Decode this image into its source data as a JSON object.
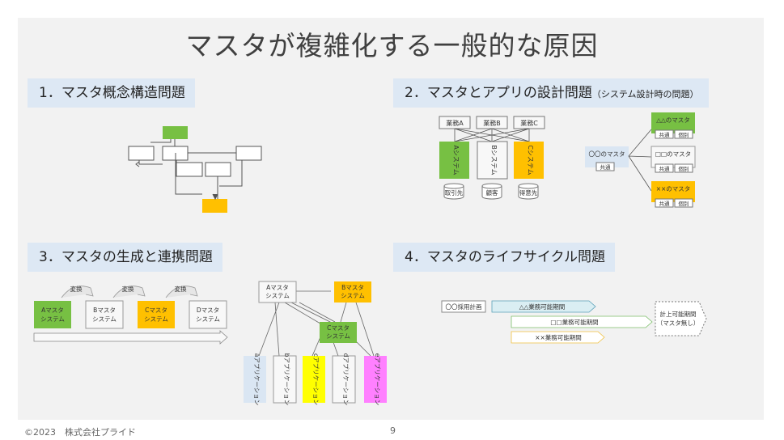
{
  "title": "マスタが複雑化する一般的な原因",
  "sections": {
    "s1": "1．マスタ概念構造問題",
    "s2": "2．マスタとアプリの設計問題",
    "s2_note": "（システム設計時の問題）",
    "s3": "3．マスタの生成と連携問題",
    "s4": "4．マスタのライフサイクル問題"
  },
  "d2": {
    "business": [
      "業務A",
      "業務B",
      "業務C"
    ],
    "systems": [
      "Aシステム",
      "Bシステム",
      "Cシステム"
    ],
    "databases": [
      "取引先",
      "顧客",
      "得意先"
    ],
    "master": "〇〇のマスタ",
    "common": "共通",
    "individual": "個別",
    "sub_masters": [
      "△△のマスタ",
      "□□のマスタ",
      "××のマスタ"
    ]
  },
  "d3": {
    "convert": "変換",
    "chain": [
      {
        "label": "Aマスタ",
        "label2": "システム",
        "color": "#77c043"
      },
      {
        "label": "Bマスタ",
        "label2": "システム",
        "color": "#f8f8f8"
      },
      {
        "label": "Cマスタ",
        "label2": "システム",
        "color": "#ffc000"
      },
      {
        "label": "Dマスタ",
        "label2": "システム",
        "color": "#f8f8f8"
      }
    ],
    "net": {
      "a": [
        "Aマスタ",
        "システム"
      ],
      "b": [
        "Bマスタ",
        "システム"
      ],
      "c": [
        "Cマスタ",
        "システム"
      ]
    },
    "apps": [
      {
        "label": "aアプリケーション",
        "color": "#dae6f3"
      },
      {
        "label": "bアプリケーション",
        "color": "#f8f8f8"
      },
      {
        "label": "cアプリケーション",
        "color": "#ffff00"
      },
      {
        "label": "dアプリケーション",
        "color": "#f8f8f8"
      },
      {
        "label": "eアプリケーション",
        "color": "#ff80ff"
      }
    ]
  },
  "d4": {
    "plan": "〇〇採用計画",
    "p1": "△△業務可能期間",
    "p2": "□□業務可能期間",
    "p3": "××業務可能期間",
    "end1": "計上可能期間",
    "end2": "（マスタ無し）"
  },
  "footer": {
    "copyright": "©2023　株式会社プライド",
    "page": "9"
  }
}
